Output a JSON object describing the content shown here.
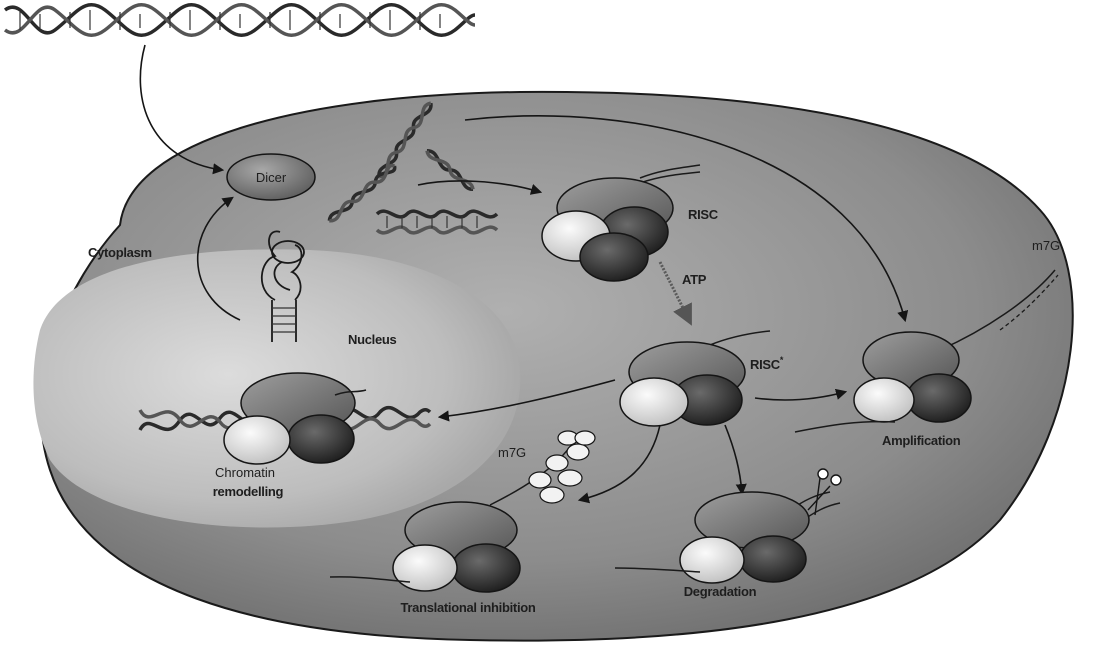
{
  "labels": {
    "dicer": "Dicer",
    "cytoplasm": "Cytoplasm",
    "nucleus": "Nucleus",
    "risc": "RISC",
    "atp": "ATP",
    "risc_active": "RISC",
    "risc_active_sup": "*",
    "m7g_right": "m7G",
    "m7g_left": "m7G",
    "amplification": "Amplification",
    "chromatin_line1": "Chromatin",
    "chromatin_line2": "remodelling",
    "translational_inhibition": "Translational inhibition",
    "degradation": "Degradation"
  },
  "colors": {
    "cell_fill": "#8f8f8f",
    "nucleus_fill": "#b7b7b7",
    "top_subunit": "#7a7a7a",
    "light_subunit": "#e6e6e6",
    "dark_subunit": "#2c2c2c",
    "stroke": "#151515"
  }
}
